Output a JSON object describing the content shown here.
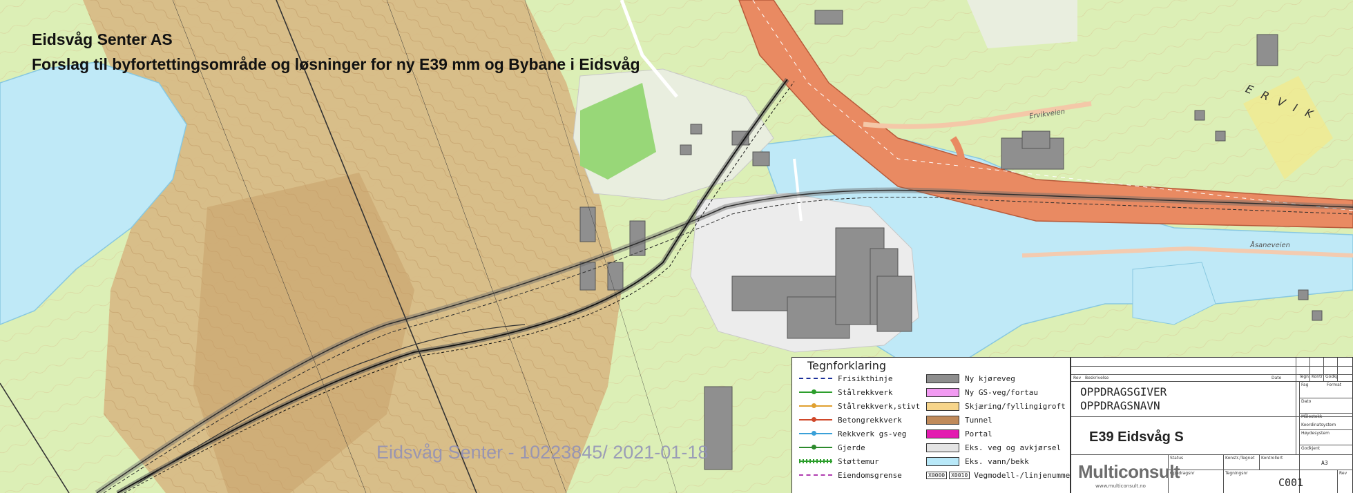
{
  "header": {
    "title_line1": "Eidsvåg Senter AS",
    "title_line2": "Forslag til byfortettingsområde og løsninger for ny E39 mm og Bybane i Eidsvåg"
  },
  "watermark": "Eidsvåg Senter - 10223845/  2021-01-18",
  "map_labels": {
    "road_ervik": "ERVIK",
    "road_ervikveien": "Ervikveien",
    "road_asveien": "Åsaneveien"
  },
  "legend": {
    "title": "Tegnforklaring",
    "line_items": [
      {
        "label": "Frisikthinje",
        "color": "#1a2f9a"
      },
      {
        "label": "Stålrekkverk",
        "color": "#2c9e2c"
      },
      {
        "label": "Stålrekkverk,stivt",
        "color": "#e0a030"
      },
      {
        "label": "Betongrekkverk",
        "color": "#d0482a"
      },
      {
        "label": "Rekkverk gs-veg",
        "color": "#3aa0d8"
      },
      {
        "label": "Gjerde",
        "color": "#2c8a2c"
      },
      {
        "label": "Støttemur",
        "color": "#2c9e2c"
      },
      {
        "label": "Eiendomsgrense",
        "color": "#b03cb0"
      }
    ],
    "swatch_items": [
      {
        "label": "Ny kjøreveg",
        "color": "#8e8e8e"
      },
      {
        "label": "Ny GS-veg/fortau",
        "color": "#f29af2"
      },
      {
        "label": "Skjæring/fyllingigroft",
        "color": "#f7d58a"
      },
      {
        "label": "Tunnel",
        "color": "#c08a5a"
      },
      {
        "label": "Portal",
        "color": "#e31bb0"
      },
      {
        "label": "Eks. veg og avkjørsel",
        "color": "#e4e4e4"
      },
      {
        "label": "Eks. vann/bekk",
        "color": "#b8e8f8"
      }
    ],
    "model_item": {
      "tag1": "X0000",
      "tag2": "X0010",
      "label": "Vegmodell-/linjenummer"
    }
  },
  "title_block": {
    "client": "OPPDRAGSGIVER",
    "project": "OPPDRAGSNAVN",
    "drawing_title": "E39 Eidsvåg S",
    "logo": "Multiconsult",
    "logo_url": "www.multiconsult.no",
    "drawing_number": "C001",
    "scale": "A3",
    "headers": [
      "Rev",
      "Beskrivelse",
      "Dato",
      "Tegn",
      "Kontr",
      "Godkj"
    ],
    "fields": [
      "Fag",
      "Format",
      "Dato",
      "Målestokk",
      "Koordinatsystem",
      "Høydesystem",
      "Godkjent",
      "Status",
      "Konstr./Tegnet",
      "Kontrollert",
      "Oppdragsnr",
      "Tegningsnr",
      "Rev"
    ]
  },
  "colors": {
    "terrain": "#dff0b8",
    "hillside": "#cfae7a",
    "water": "#bfe9f7",
    "road_new": "#e98a62",
    "building": "#8f8f8f",
    "developed": "#ececec"
  }
}
